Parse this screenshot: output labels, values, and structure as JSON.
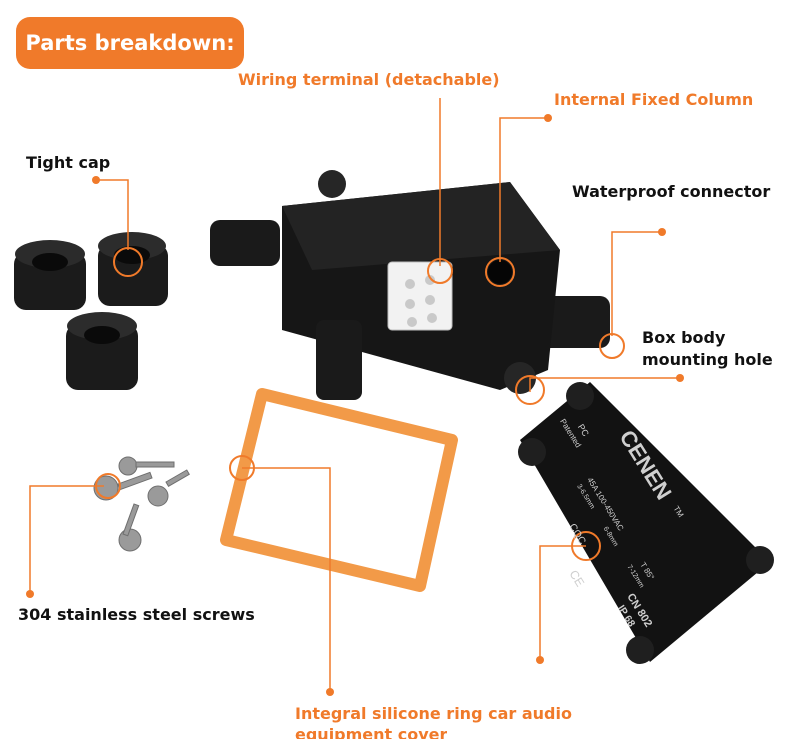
{
  "title": "Parts breakdown:",
  "labels": {
    "wiring_terminal": "Wiring terminal (detachable)",
    "internal_fixed_column": "Internal Fixed Column",
    "tight_cap": "Tight cap",
    "waterproof_connector": "Waterproof connector",
    "box_body_line1": "Box body",
    "box_body_line2": "mounting hole",
    "screws": "304 stainless steel screws",
    "ring_cover_line1": "Integral silicone ring car audio",
    "ring_cover_line2": "equipment cover"
  },
  "cover_print": {
    "brand": "CENEN",
    "tm": "TM",
    "pc": "PC",
    "patented": "Patented",
    "model": "CN 802",
    "rating": "IP 68",
    "spec1": "45A 100-450VAC",
    "spec2": "T 85°",
    "spec3": "3-6.5mm",
    "spec4": "6-8mm",
    "spec5": "7-12mm",
    "ce": "CE",
    "cqc": "CQC"
  },
  "colors": {
    "accent": "#f07a2a",
    "product_black": "#141414",
    "silicone_orange": "#f29a48"
  }
}
